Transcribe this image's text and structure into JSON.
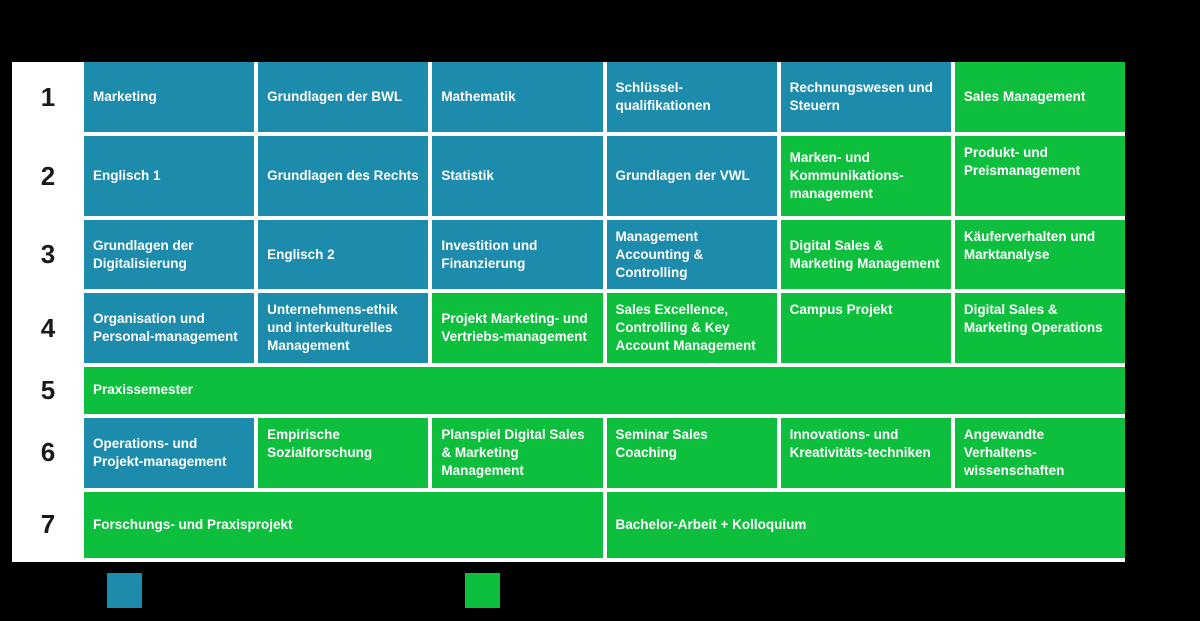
{
  "colors": {
    "teal": "#1d8bab",
    "green": "#0dbf3c",
    "panel_background": "#ffffff",
    "page_background": "#000000",
    "module_text": "#ffffff",
    "semester_number_text": "#1a1a1a"
  },
  "semesters": [
    {
      "number": "1",
      "modules": [
        {
          "label": "Marketing",
          "color": "teal",
          "span": 1,
          "align": "center"
        },
        {
          "label": "Grundlagen der BWL",
          "color": "teal",
          "span": 1,
          "align": "center"
        },
        {
          "label": "Mathematik",
          "color": "teal",
          "span": 1,
          "align": "center"
        },
        {
          "label": "Schlüssel-qualifikationen",
          "color": "teal",
          "span": 1,
          "align": "center"
        },
        {
          "label": "Rechnungswesen und Steuern",
          "color": "teal",
          "span": 1,
          "align": "center"
        },
        {
          "label": "Sales Management",
          "color": "green",
          "span": 1,
          "align": "center"
        }
      ]
    },
    {
      "number": "2",
      "modules": [
        {
          "label": "Englisch 1",
          "color": "teal",
          "span": 1,
          "align": "center"
        },
        {
          "label": "Grundlagen des Rechts",
          "color": "teal",
          "span": 1,
          "align": "center"
        },
        {
          "label": "Statistik",
          "color": "teal",
          "span": 1,
          "align": "center"
        },
        {
          "label": "Grundlagen der VWL",
          "color": "teal",
          "span": 1,
          "align": "center"
        },
        {
          "label": "Marken- und Kommunikations-management",
          "color": "green",
          "span": 1,
          "align": "center"
        },
        {
          "label": "Produkt- und Preismanagement",
          "color": "green",
          "span": 1,
          "align": "top"
        }
      ]
    },
    {
      "number": "3",
      "modules": [
        {
          "label": "Grundlagen der Digitalisierung",
          "color": "teal",
          "span": 1,
          "align": "center"
        },
        {
          "label": "Englisch 2",
          "color": "teal",
          "span": 1,
          "align": "center"
        },
        {
          "label": "Investition und Finanzierung",
          "color": "teal",
          "span": 1,
          "align": "center"
        },
        {
          "label": "Management Accounting & Controlling",
          "color": "teal",
          "span": 1,
          "align": "center"
        },
        {
          "label": "Digital Sales & Marketing Management",
          "color": "green",
          "span": 1,
          "align": "center"
        },
        {
          "label": "Käuferverhalten und Marktanalyse",
          "color": "green",
          "span": 1,
          "align": "top"
        }
      ]
    },
    {
      "number": "4",
      "modules": [
        {
          "label": "Organisation und Personal-management",
          "color": "teal",
          "span": 1,
          "align": "center"
        },
        {
          "label": "Unternehmens-ethik und interkulturelles Management",
          "color": "teal",
          "span": 1,
          "align": "center"
        },
        {
          "label": "Projekt Marketing- und Vertriebs-management",
          "color": "green",
          "span": 1,
          "align": "center"
        },
        {
          "label": "Sales Excellence, Controlling & Key Account Management",
          "color": "green",
          "span": 1,
          "align": "center"
        },
        {
          "label": "Campus Projekt",
          "color": "green",
          "span": 1,
          "align": "top"
        },
        {
          "label": "Digital Sales & Marketing Operations",
          "color": "green",
          "span": 1,
          "align": "top"
        }
      ]
    },
    {
      "number": "5",
      "modules": [
        {
          "label": "Praxissemester",
          "color": "green",
          "span": 6,
          "align": "center"
        }
      ]
    },
    {
      "number": "6",
      "modules": [
        {
          "label": "Operations- und Projekt-management",
          "color": "teal",
          "span": 1,
          "align": "center"
        },
        {
          "label": "Empirische Sozialforschung",
          "color": "green",
          "span": 1,
          "align": "top"
        },
        {
          "label": "Planspiel Digital Sales & Marketing Management",
          "color": "green",
          "span": 1,
          "align": "top"
        },
        {
          "label": "Seminar Sales Coaching",
          "color": "green",
          "span": 1,
          "align": "top"
        },
        {
          "label": "Innovations- und Kreativitäts-techniken",
          "color": "green",
          "span": 1,
          "align": "top"
        },
        {
          "label": "Angewandte Verhaltens-wissenschaften",
          "color": "green",
          "span": 1,
          "align": "top"
        }
      ]
    },
    {
      "number": "7",
      "modules": [
        {
          "label": "Forschungs- und Praxisprojekt",
          "color": "green",
          "span": 3,
          "align": "center"
        },
        {
          "label": "Bachelor-Arbeit + Kolloquium",
          "color": "green",
          "span": 3,
          "align": "center"
        }
      ]
    }
  ],
  "legend": {
    "entries": [
      {
        "color": "teal",
        "label": ""
      },
      {
        "color": "green",
        "label": ""
      }
    ]
  }
}
